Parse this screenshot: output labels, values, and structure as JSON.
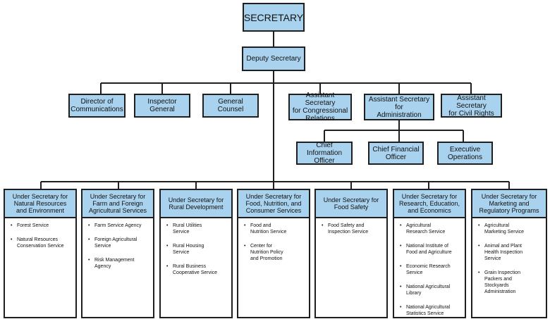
{
  "top": {
    "secretary": "SECRETARY",
    "deputy": "Deputy Secretary"
  },
  "staff": [
    "Director of\nCommunications",
    "Inspector\nGeneral",
    "General\nCounsel",
    "Assistant Secretary\nfor Congressional\nRelations",
    "Assistant Secretary\nfor\nAdministration",
    "Assistant Secretary\nfor Civil Rights"
  ],
  "administration_offices": [
    "Chief Information\nOfficer",
    "Chief Financial\nOfficer",
    "Executive\nOperations"
  ],
  "under_secretaries": [
    {
      "title": "Under Secretary for\nNatural Resources\nand Environment",
      "agencies": [
        "Forest Service",
        "Natural Resources\nConservation Service"
      ]
    },
    {
      "title": "Under Secretary for\nFarm and Foreign\nAgricultural Services",
      "agencies": [
        "Farm Service Agency",
        "Foreign Agricultural\nService",
        "Risk Management\nAgency"
      ]
    },
    {
      "title": "Under Secretary for\nRural Development",
      "agencies": [
        "Rural Utilities\nService",
        "Rural Housing\nService",
        "Rural Business\nCooperative Service"
      ]
    },
    {
      "title": "Under Secretary for\nFood, Nutrition, and\nConsumer Services",
      "agencies": [
        "Food and\nNutrition Service",
        "Center for\nNutrition Policy\nand Promotion"
      ]
    },
    {
      "title": "Under Secretary for\nFood Safety",
      "agencies": [
        "Food Safety and\nInspection Service"
      ]
    },
    {
      "title": "Under Secretary for\nResearch, Education,\nand Economics",
      "agencies": [
        "Agricultural\nResearch Service",
        "National Institute of\nFood and Agriculture",
        "Economic Research\nService",
        "National Agricultural\nLibrary",
        "National Agricultural\nStatistics Service"
      ]
    },
    {
      "title": "Under Secretary for\nMarketing and\nRegulatory Programs",
      "agencies": [
        "Agricultural\nMarketing Service",
        "Animal and Plant\nHealth Inspection\nService",
        "Grain Inspection\nPackers and\nStockyards\nAdministration"
      ]
    }
  ],
  "colors": {
    "box_fill": "#a9d2ee",
    "line": "#1f1f1f"
  }
}
